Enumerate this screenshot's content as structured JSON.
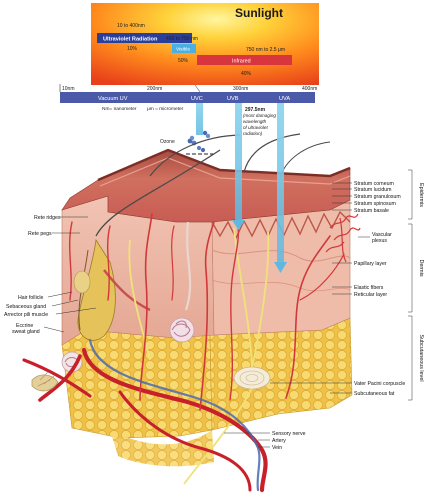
{
  "sunlight": {
    "title": "Sunlight",
    "uv_range": "10 to 400nm",
    "uv_name": "Ultraviolet Radiation",
    "uv_pct": "10%",
    "visible_range": "400 to 750 nm",
    "visible_name": "Visible",
    "visible_pct": "50%",
    "ir_range": "750 nm to 2.5 μm",
    "ir_name": "Infrared",
    "ir_pct": "40%"
  },
  "uv_scale": {
    "tick_10": "10nm",
    "tick_200": "200nm",
    "tick_300": "300nm",
    "tick_400": "400nm",
    "band_vacuum": "Vacuum UV",
    "band_uvc": "UVC",
    "band_uvb": "UVB",
    "band_uva": "UVA",
    "note_nm": "Nm= nanometer",
    "note_um": "μm = micrometer",
    "peak_value": "297.5nm",
    "peak_note_1": "(most damaging",
    "peak_note_2": "wavelength",
    "peak_note_3": "of ultraviolet",
    "peak_note_4": "radiation)"
  },
  "ozone": "Ozone",
  "labels_left": {
    "rete_ridges": "Rete ridges",
    "rete_pegs": "Rete pegs",
    "hair_follicle": "Hair follicle",
    "sebaceous_gland": "Sebaceous gland",
    "arrector_pili": "Arrector pili muscle",
    "eccrine_1": "Eccrine",
    "eccrine_2": "sweat gland"
  },
  "labels_right": {
    "stratum_corneum": "Stratum corneum",
    "stratum_lucidum": "Stratum lucidum",
    "stratum_granulosum": "Stratum granulosum",
    "stratum_spinosum": "Stratum spinosum",
    "stratum_basale": "Stratum basale",
    "vascular_1": "Vascular",
    "vascular_2": "plexus",
    "papillary_layer": "Papillary layer",
    "elastic_fibers": "Elastic fibers",
    "reticular_layer": "Reticular layer",
    "vater_pacini": "Vater Pacini corpuscle",
    "subcutaneous_fat": "Subcutaneous fat",
    "sensory_nerve": "Sensory nerve",
    "artery": "Artery",
    "vein": "Vein"
  },
  "layers": {
    "epidermis": "Epidermis",
    "dermis": "Dermis",
    "subcutaneous": "Subcutaneous level"
  },
  "colors": {
    "uv_band": "#2a3f9a",
    "visible_band": "#4bb0e0",
    "ir_band": "#d8353f",
    "scale_bar": "#4b5aa8",
    "ray": "#7ecde8",
    "epidermis": "#c2564a",
    "dermis": "#e7b6a4",
    "fat": "#f1c64a",
    "artery": "#c8202a",
    "vein": "#4a6bb0",
    "nerve": "#f0e27a"
  }
}
